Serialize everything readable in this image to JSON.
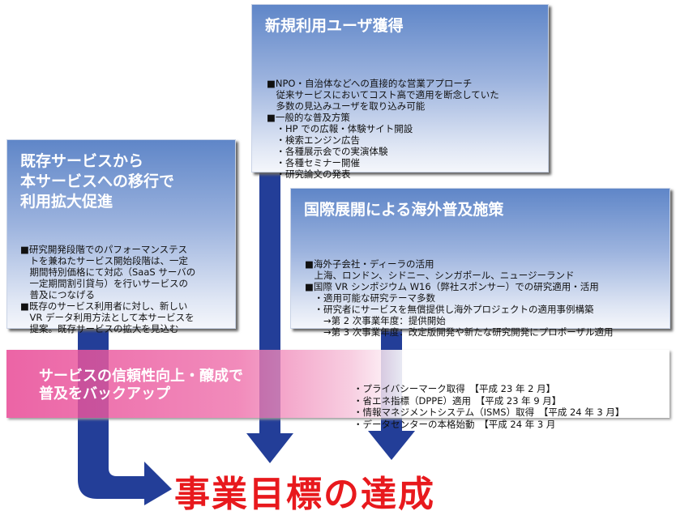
{
  "top_box": {
    "title": "新規利用ユーザ獲得",
    "lines": [
      "■NPO・自治体などへの直接的な営業アプローチ",
      "　従来サービスにおいてコスト高で適用を断念していた",
      "　多数の見込みユーザを取り込み可能",
      "■一般的な普及方策",
      "　・HP での広報・体験サイト開設",
      "　・検索エンジン広告",
      "　・各種展示会での実演体験",
      "　・各種セミナー開催",
      "　・研究論文の発表"
    ]
  },
  "left_box": {
    "title": "既存サービスから\n本サービスへの移行で\n利用拡大促進",
    "lines": [
      "■研究開発段階でのパフォーマンステス",
      "　トを兼ねたサービス開始段階は、一定",
      "　期間特別価格にて対応（SaaS サーバの",
      "　一定期間割引貸与）を行いサービスの",
      "　普及につなげる",
      "■既存のサービス利用者に対し、新しい",
      "　VR データ利用方法として本サービスを",
      "　提案。既存サービスの拡大を見込む"
    ]
  },
  "right_box": {
    "title": "国際展開による海外普及施策",
    "lines": [
      "■海外子会社・ディーラの活用",
      "　上海、ロンドン、シドニー、シンガポール、ニュージーランド",
      "■国際 VR シンポジウム W16（弊社スポンサー）での研究適用・活用",
      "　・適用可能な研究テーマ多数",
      "　・研究者にサービスを無償提供し海外プロジェクトの適用事例構築",
      "　　→第 2 次事業年度：提供開始",
      "　　→第 3 次事業年度：改定版開発や新たな研究開発にプロポーザル適用"
    ]
  },
  "band": {
    "title": "サービスの信頼性向上・醸成で\n普及をバックアップ",
    "items": [
      "・プライバシーマーク取得　【平成 23 年 2 月】",
      "・省エネ指標（DPPE）適用　【平成 23 年 9 月】",
      "・情報マネジメントシステム（ISMS）取得　【平成 24 年 3 月】",
      "・データセンターの本格始動　【平成 24 年 3 月"
    ]
  },
  "goal": "事業目標の達成",
  "colors": {
    "arrow": "#233e98",
    "goal": "#e8191d",
    "box_top": "#5f86c8",
    "band": "#e84996"
  }
}
